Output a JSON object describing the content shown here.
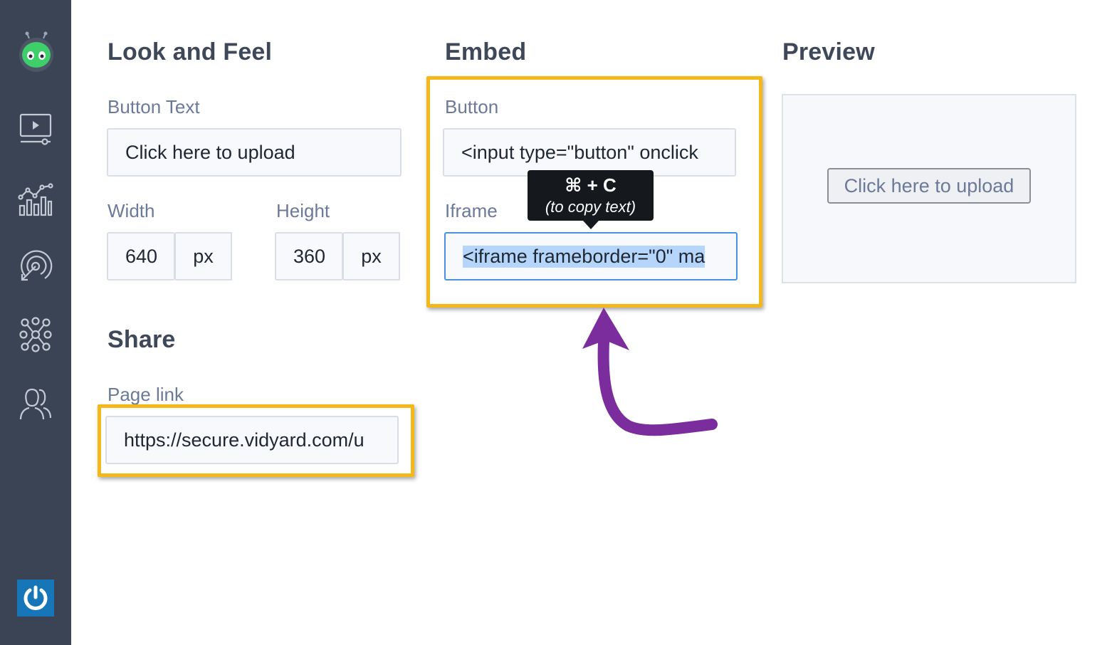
{
  "look_and_feel": {
    "heading": "Look and Feel",
    "button_text_label": "Button Text",
    "button_text_value": "Click here to upload",
    "width_label": "Width",
    "width_value": "640",
    "width_unit": "px",
    "height_label": "Height",
    "height_value": "360",
    "height_unit": "px"
  },
  "share": {
    "heading": "Share",
    "page_link_label": "Page link",
    "page_link_value": "https://secure.vidyard.com/u"
  },
  "embed": {
    "heading": "Embed",
    "button_label": "Button",
    "button_code": "<input type=\"button\" onclick",
    "iframe_label": "Iframe",
    "iframe_code": "<iframe frameborder=\"0\" ma",
    "tooltip_shortcut": "⌘ + C",
    "tooltip_hint": "(to copy text)"
  },
  "preview": {
    "heading": "Preview",
    "button_label": "Click here to upload"
  },
  "sidebar": {
    "items": [
      {
        "icon": "video-player-icon"
      },
      {
        "icon": "analytics-icon"
      },
      {
        "icon": "target-icon"
      },
      {
        "icon": "integrations-icon"
      },
      {
        "icon": "users-icon"
      }
    ],
    "power_icon": "power-icon"
  },
  "colors": {
    "sidebar_bg": "#3b4455",
    "highlight": "#f3b81a",
    "arrow": "#7b2d9e",
    "selection": "#b5d5fb",
    "power_bg": "#1676b7"
  }
}
